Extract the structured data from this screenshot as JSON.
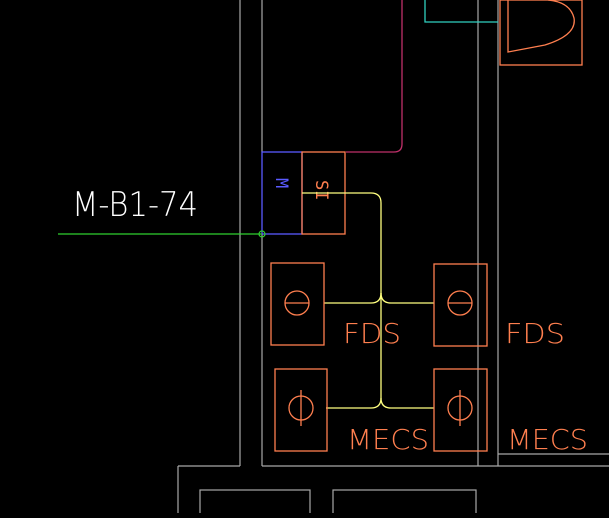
{
  "drawing": {
    "tag_label": "M-B1-74",
    "module_m": "M",
    "module_si": "SI",
    "devices": [
      {
        "id": "fds-left",
        "label": "FDS"
      },
      {
        "id": "fds-right",
        "label": "FDS"
      },
      {
        "id": "mecs-left",
        "label": "MECS"
      },
      {
        "id": "mecs-right",
        "label": "MECS"
      }
    ]
  },
  "colors": {
    "background": "#000000",
    "walls": "#a8a8a8",
    "device": "#ff7f4f",
    "wire_yellow": "#ffff7f",
    "wire_green": "#2fd02f",
    "wire_magenta": "#c0306a",
    "wire_cyan": "#30d0c0",
    "module_blue": "#5a5aff",
    "label_white": "#ffffff"
  }
}
